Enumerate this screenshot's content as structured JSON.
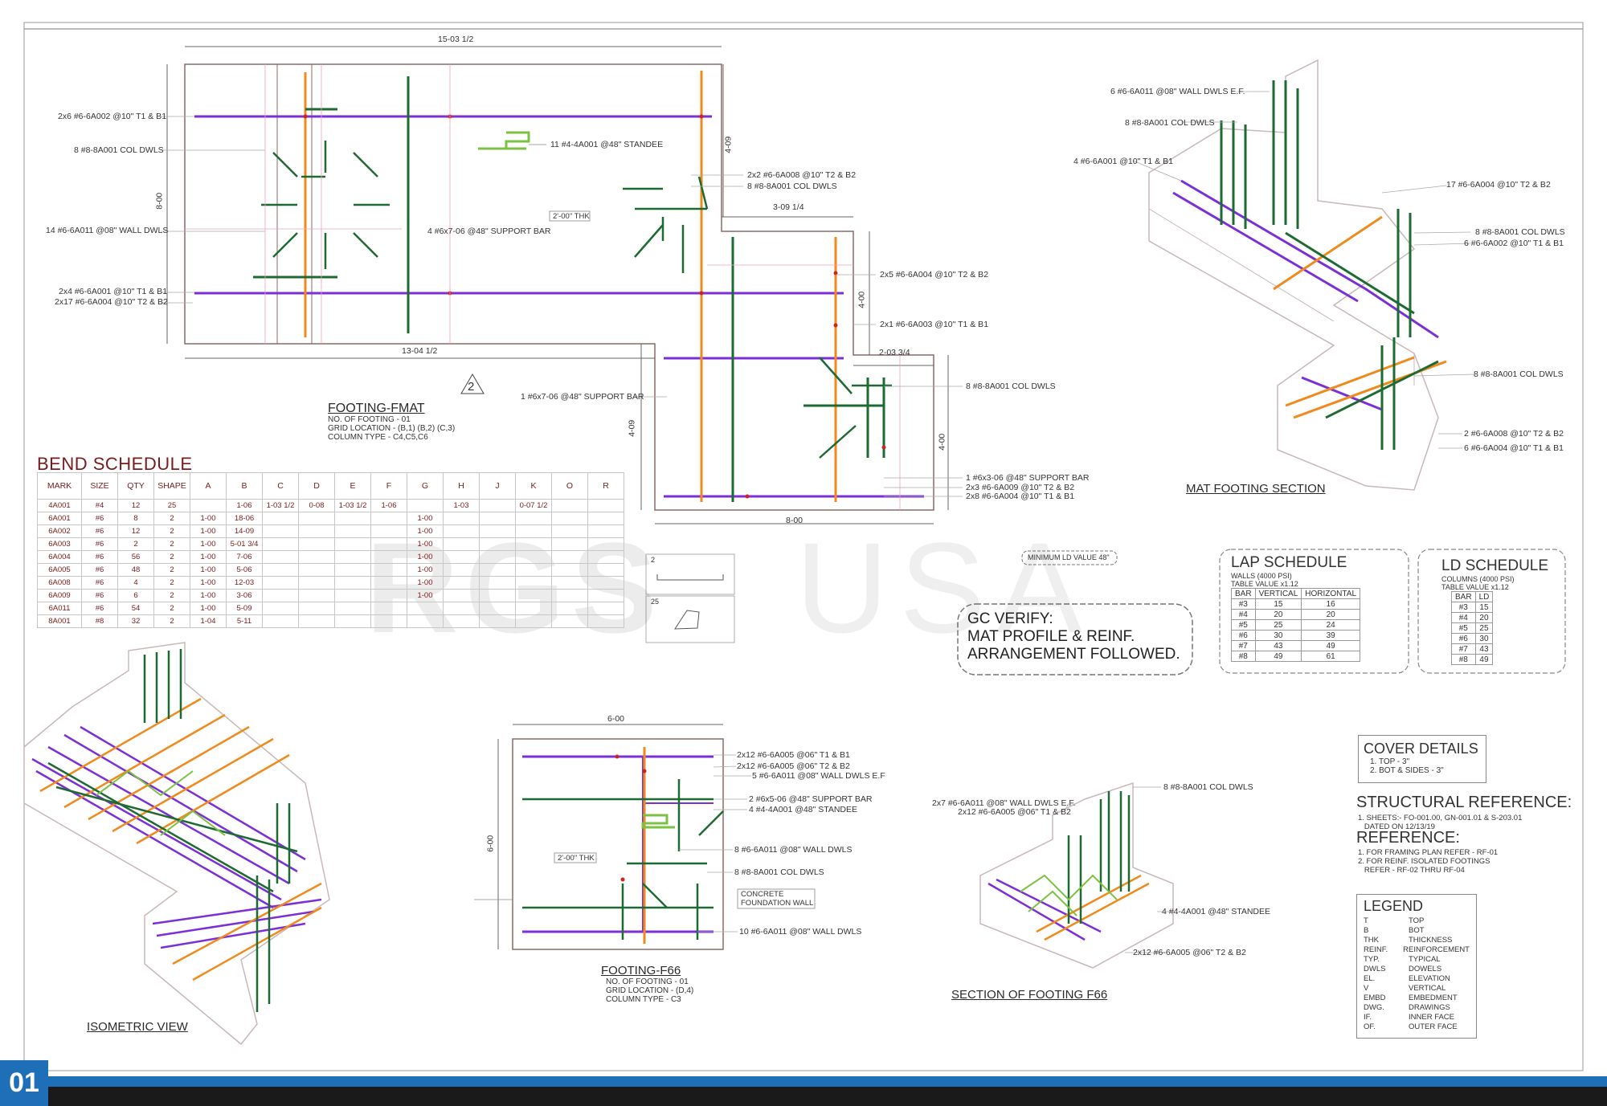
{
  "fmat": {
    "title": "FOOTING-FMAT",
    "notes": "NO. OF FOOTING - 01\nGRID LOCATION - (B,1) (B,2) (C,3)\nCOLUMN TYPE - C4,C5,C6",
    "dims": {
      "top": "15-03 1/2",
      "bottom": "13-04 1/2",
      "left": "8-00",
      "d1": "4-09",
      "d2": "3-09 1/4",
      "d3": "4-00",
      "d4": "2-03 3/4",
      "d5": "4-09",
      "d6": "4-00",
      "d7": "8-00"
    },
    "thk": "2'-00\" THK",
    "rev": "2",
    "labels": {
      "l1": "2x6 #6-6A002 @10\" T1 & B1",
      "l2": "8 #8-8A001  COL DWLS",
      "l3": "14 #6-6A011 @08\" WALL DWLS",
      "l4": "2x4 #6-6A001 @10\" T1 & B1",
      "l5": "2x17 #6-6A004 @10\" T2 & B2",
      "l6": "11 #4-4A001 @48\" STANDEE",
      "l7": "4 #6x7-06 @48\" SUPPORT BAR",
      "l8": "2x2 #6-6A008 @10\" T2 & B2",
      "l9": "8 #8-8A001  COL DWLS",
      "l10": "2x5 #6-6A004 @10\" T2 & B2",
      "l11": "2x1 #6-6A003 @10\" T1 & B1",
      "l12": "8 #8-8A001  COL DWLS",
      "l13": "1 #6x7-06 @48\" SUPPORT BAR",
      "l14": "1 #6x3-06 @48\" SUPPORT BAR",
      "l15": "2x3 #6-6A009 @10\" T2 & B2",
      "l16": "2x8 #6-6A004 @10\" T1 & B1"
    }
  },
  "bend": {
    "title": "BEND SCHEDULE",
    "headers": [
      "MARK",
      "SIZE",
      "QTY",
      "SHAPE",
      "A",
      "B",
      "C",
      "D",
      "E",
      "F",
      "G",
      "H",
      "J",
      "K",
      "O",
      "R"
    ],
    "rows": [
      [
        "4A001",
        "#4",
        "12",
        "25",
        "",
        "1-06",
        "1-03 1/2",
        "0-08",
        "1-03 1/2",
        "1-06",
        "",
        "1-03",
        "",
        "0-07 1/2",
        "",
        ""
      ],
      [
        "6A001",
        "#6",
        "8",
        "2",
        "1-00",
        "18-06",
        "",
        "",
        "",
        "",
        "1-00",
        "",
        "",
        "",
        "",
        ""
      ],
      [
        "6A002",
        "#6",
        "12",
        "2",
        "1-00",
        "14-09",
        "",
        "",
        "",
        "",
        "1-00",
        "",
        "",
        "",
        "",
        ""
      ],
      [
        "6A003",
        "#6",
        "2",
        "2",
        "1-00",
        "5-01 3/4",
        "",
        "",
        "",
        "",
        "1-00",
        "",
        "",
        "",
        "",
        ""
      ],
      [
        "6A004",
        "#6",
        "56",
        "2",
        "1-00",
        "7-06",
        "",
        "",
        "",
        "",
        "1-00",
        "",
        "",
        "",
        "",
        ""
      ],
      [
        "6A005",
        "#6",
        "48",
        "2",
        "1-00",
        "5-06",
        "",
        "",
        "",
        "",
        "1-00",
        "",
        "",
        "",
        "",
        ""
      ],
      [
        "6A008",
        "#6",
        "4",
        "2",
        "1-00",
        "12-03",
        "",
        "",
        "",
        "",
        "1-00",
        "",
        "",
        "",
        "",
        ""
      ],
      [
        "6A009",
        "#6",
        "6",
        "2",
        "1-00",
        "3-06",
        "",
        "",
        "",
        "",
        "1-00",
        "",
        "",
        "",
        "",
        ""
      ],
      [
        "6A011",
        "#6",
        "54",
        "2",
        "1-00",
        "5-09",
        "",
        "",
        "",
        "",
        "",
        "",
        "",
        "",
        "",
        ""
      ],
      [
        "8A001",
        "#8",
        "32",
        "2",
        "1-04",
        "5-11",
        "",
        "",
        "",
        "",
        "",
        "",
        "",
        "",
        "",
        ""
      ]
    ],
    "shape_a": "2",
    "shape_b": "25"
  },
  "watermark": {
    "a": "RGS",
    "b": "USA"
  },
  "mat_section": {
    "title": "MAT FOOTING SECTION",
    "labels": {
      "m1": "6 #6-6A011 @08\" WALL DWLS E.F.",
      "m2": "8 #8-8A001  COL DWLS",
      "m3": "4 #6-6A001 @10\" T1 & B1",
      "m4": "17 #6-6A004 @10\" T2 & B2",
      "m5": "8 #8-8A001  COL DWLS",
      "m6": "6 #6-6A002 @10\" T1 & B1",
      "m7": "8 #8-8A001  COL DWLS",
      "m8": "2 #6-6A008 @10\" T2 & B2",
      "m9": "6 #6-6A004 @10\" T1 & B1"
    }
  },
  "min_ld": "MINIMUM LD VALUE 48\"",
  "gc": "GC VERIFY:\nMAT PROFILE & REINF.\nARRANGEMENT FOLLOWED.",
  "lap": {
    "title": "LAP SCHEDULE",
    "sub": "WALLS (4000 PSI)\nTABLE VALUE x1.12",
    "headers": [
      "BAR",
      "VERTICAL",
      "HORIZONTAL"
    ],
    "rows": [
      [
        "#3",
        "15",
        "16"
      ],
      [
        "#4",
        "20",
        "20"
      ],
      [
        "#5",
        "25",
        "24"
      ],
      [
        "#6",
        "30",
        "39"
      ],
      [
        "#7",
        "43",
        "49"
      ],
      [
        "#8",
        "49",
        "61"
      ]
    ]
  },
  "ld": {
    "title": "LD SCHEDULE",
    "sub": "COLUMNS (4000 PSI)\nTABLE VALUE x1.12",
    "headers": [
      "BAR",
      "LD"
    ],
    "rows": [
      [
        "#3",
        "15"
      ],
      [
        "#4",
        "20"
      ],
      [
        "#5",
        "25"
      ],
      [
        "#6",
        "30"
      ],
      [
        "#7",
        "43"
      ],
      [
        "#8",
        "49"
      ]
    ]
  },
  "cover": {
    "title": "COVER DETAILS",
    "lines": "1. TOP - 3\"\n2. BOT & SIDES - 3\""
  },
  "structural": {
    "title": "STRUCTURAL REFERENCE:",
    "lines": "1. SHEETS:- FO-001.00, GN-001.01 & S-203.01\n   DATED ON 12/13/19"
  },
  "reference": {
    "title": "REFERENCE:",
    "lines": "1. FOR FRAMING PLAN REFER - RF-01\n2. FOR REINF. ISOLATED FOOTINGS\n   REFER - RF-02 THRU RF-04"
  },
  "legend": {
    "title": "LEGEND",
    "items": [
      [
        "T",
        "TOP"
      ],
      [
        "B",
        "BOT"
      ],
      [
        "THK",
        "THICKNESS"
      ],
      [
        "REINF.",
        "REINFORCEMENT"
      ],
      [
        "TYP.",
        "TYPICAL"
      ],
      [
        "DWLS",
        "DOWELS"
      ],
      [
        "EL.",
        "ELEVATION"
      ],
      [
        "V",
        "VERTICAL"
      ],
      [
        "EMBD",
        "EMBEDMENT"
      ],
      [
        "DWG.",
        "DRAWINGS"
      ],
      [
        "IF.",
        "INNER FACE"
      ],
      [
        "OF.",
        "OUTER FACE"
      ]
    ]
  },
  "iso": {
    "title": "ISOMETRIC VIEW"
  },
  "f66": {
    "title": "FOOTING-F66",
    "notes": "NO. OF FOOTING - 01\nGRID LOCATION - (D,4)\nCOLUMN TYPE - C3",
    "dims": {
      "top": "6-00",
      "left": "6-00"
    },
    "thk": "2'-00\" THK",
    "concrete": "CONCRETE\nFOUNDATION WALL",
    "labels": {
      "f1": "2x12 #6-6A005 @06\" T1 & B1",
      "f2": "2x12 #6-6A005 @06\" T2 & B2",
      "f3": "5 #6-6A011 @08\" WALL DWLS E.F",
      "f4": "2 #6x5-06 @48\" SUPPORT BAR",
      "f5": "4 #4-4A001 @48\" STANDEE",
      "f6": "8 #6-6A011 @08\" WALL DWLS",
      "f7": "8 #8-8A001  COL DWLS",
      "f8": "10 #6-6A011 @08\" WALL DWLS"
    }
  },
  "sec66": {
    "title": "SECTION OF FOOTING F66",
    "labels": {
      "s1": "8 #8-8A001  COL DWLS",
      "s2": "2x7 #6-6A011 @08\" WALL DWLS E.F.",
      "s3": "2x12 #6-6A005 @06\" T1 & B2",
      "s4": "4 #4-4A001 @48\" STANDEE",
      "s5": "2x12 #6-6A005 @06\" T2 & B2"
    }
  },
  "page_number": "01",
  "colors": {
    "purple": "#7b2fd6",
    "orange": "#f08a1c",
    "green": "#1d6b32",
    "lime": "#7cc242",
    "red": "#d22020",
    "pink": "#f0a0c0",
    "concrete": "#8a6a6a",
    "footer": "#1f6fb8"
  }
}
